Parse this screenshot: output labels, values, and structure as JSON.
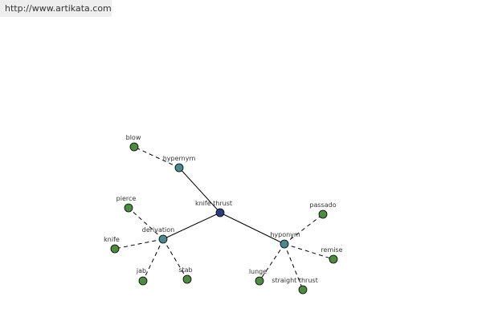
{
  "header": {
    "url": "http://www.artikata.com"
  },
  "colors": {
    "center": "#2c3a7e",
    "relation": "#4a8a8a",
    "leaf": "#4e8a40"
  },
  "graph": {
    "nodes": [
      {
        "id": "knife-thrust",
        "label": "knife thrust",
        "kind": "center"
      },
      {
        "id": "hypernym",
        "label": "hypernym",
        "kind": "relation"
      },
      {
        "id": "derivation",
        "label": "derivation",
        "kind": "relation"
      },
      {
        "id": "hyponym",
        "label": "hyponym",
        "kind": "relation"
      },
      {
        "id": "blow",
        "label": "blow",
        "kind": "leaf"
      },
      {
        "id": "pierce",
        "label": "pierce",
        "kind": "leaf"
      },
      {
        "id": "knife",
        "label": "knife",
        "kind": "leaf"
      },
      {
        "id": "jab",
        "label": "jab",
        "kind": "leaf"
      },
      {
        "id": "stab",
        "label": "stab",
        "kind": "leaf"
      },
      {
        "id": "passado",
        "label": "passado",
        "kind": "leaf"
      },
      {
        "id": "remise",
        "label": "remise",
        "kind": "leaf"
      },
      {
        "id": "lunge",
        "label": "lunge",
        "kind": "leaf"
      },
      {
        "id": "straight-thrust",
        "label": "straight thrust",
        "kind": "leaf"
      }
    ],
    "edges": [
      {
        "from": "knife-thrust",
        "to": "hypernym",
        "style": "solid"
      },
      {
        "from": "knife-thrust",
        "to": "derivation",
        "style": "solid"
      },
      {
        "from": "knife-thrust",
        "to": "hyponym",
        "style": "solid"
      },
      {
        "from": "hypernym",
        "to": "blow",
        "style": "dashed"
      },
      {
        "from": "derivation",
        "to": "pierce",
        "style": "dashed"
      },
      {
        "from": "derivation",
        "to": "knife",
        "style": "dashed"
      },
      {
        "from": "derivation",
        "to": "jab",
        "style": "dashed"
      },
      {
        "from": "derivation",
        "to": "stab",
        "style": "dashed"
      },
      {
        "from": "hyponym",
        "to": "passado",
        "style": "dashed"
      },
      {
        "from": "hyponym",
        "to": "remise",
        "style": "dashed"
      },
      {
        "from": "hyponym",
        "to": "lunge",
        "style": "dashed"
      },
      {
        "from": "hyponym",
        "to": "straight-thrust",
        "style": "dashed"
      }
    ]
  }
}
